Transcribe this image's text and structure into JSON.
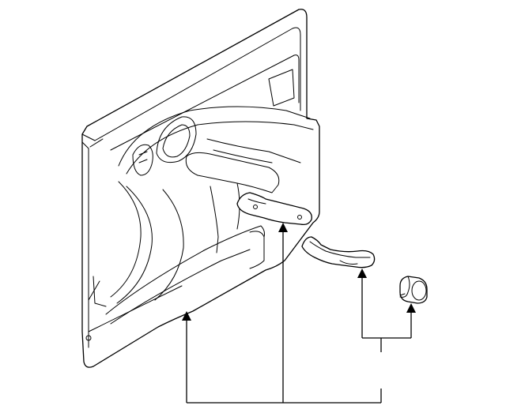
{
  "diagram": {
    "parts": [
      {
        "id": "door-trim-panel",
        "icon": "door-trim-panel-icon"
      },
      {
        "id": "armrest-bracket",
        "icon": "armrest-bracket-icon"
      },
      {
        "id": "pull-handle",
        "icon": "pull-handle-icon"
      },
      {
        "id": "clip-fastener",
        "icon": "clip-icon"
      }
    ],
    "callouts": [
      {
        "id": "panel-group",
        "targets": [
          "door-trim-panel",
          "armrest-bracket"
        ]
      },
      {
        "id": "handle-group",
        "targets": [
          "pull-handle",
          "clip-fastener"
        ]
      }
    ]
  }
}
